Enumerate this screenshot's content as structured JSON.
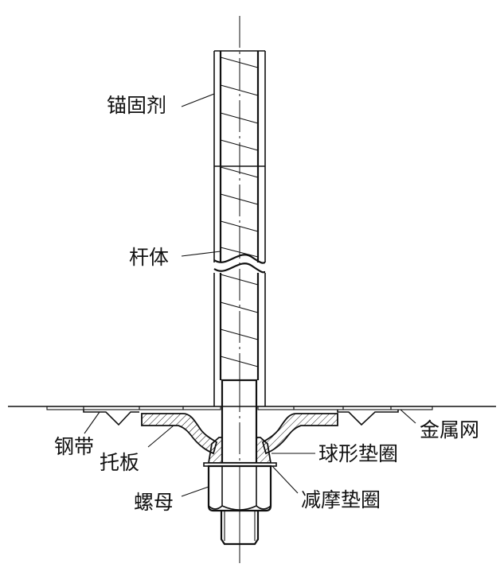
{
  "diagram": {
    "labels": {
      "anchoring_agent": "锚固剂",
      "rod_body": "杆体",
      "steel_strip": "钢带",
      "tray_plate": "托板",
      "nut": "螺母",
      "spherical_washer": "球形垫圈",
      "friction_reducing_washer": "减摩垫圈",
      "metal_mesh": "金属网"
    },
    "colors": {
      "line": "#111111",
      "background": "#ffffff"
    }
  }
}
